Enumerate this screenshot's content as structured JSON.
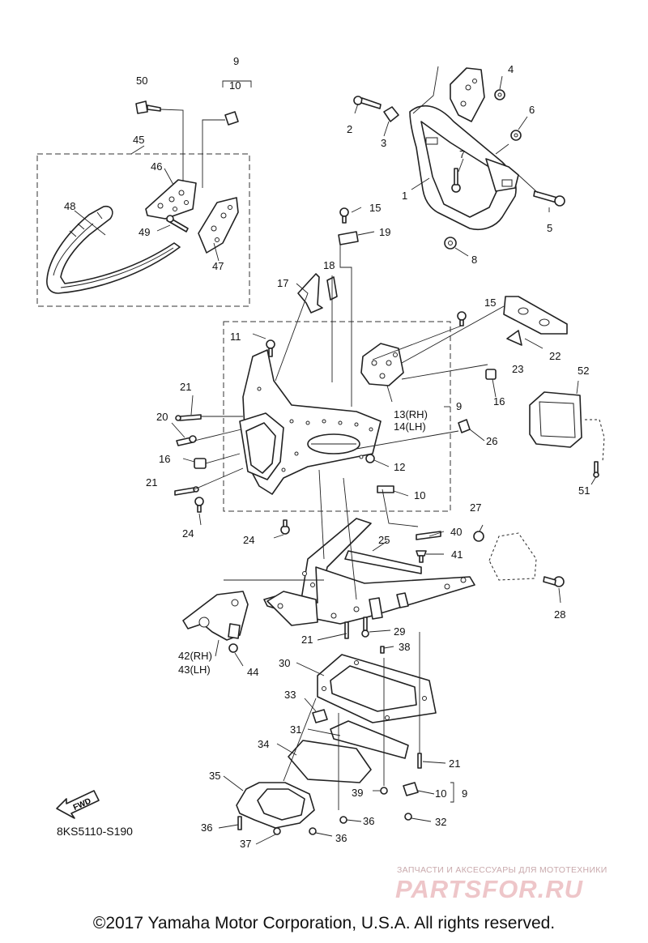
{
  "diagram": {
    "code": "8KS5110-S190",
    "copyright": "©2017 Yamaha Motor Corporation, U.S.A. All rights reserved.",
    "fwd_label": "FWD",
    "watermark": {
      "tagline": "ЗАПЧАСТИ И АКСЕССУАРЫ ДЛЯ МОТОТЕХНИКИ",
      "logo": "PARTSFOR.RU"
    },
    "callouts": [
      {
        "id": "c50",
        "text": "50"
      },
      {
        "id": "c9a",
        "text": "9"
      },
      {
        "id": "c10a",
        "text": "10"
      },
      {
        "id": "c45",
        "text": "45"
      },
      {
        "id": "c46",
        "text": "46"
      },
      {
        "id": "c48",
        "text": "48"
      },
      {
        "id": "c49",
        "text": "49"
      },
      {
        "id": "c47",
        "text": "47"
      },
      {
        "id": "c4",
        "text": "4"
      },
      {
        "id": "c2",
        "text": "2"
      },
      {
        "id": "c3",
        "text": "3"
      },
      {
        "id": "c6",
        "text": "6"
      },
      {
        "id": "c7",
        "text": "7"
      },
      {
        "id": "c1",
        "text": "1"
      },
      {
        "id": "c5",
        "text": "5"
      },
      {
        "id": "c8",
        "text": "8"
      },
      {
        "id": "c15a",
        "text": "15"
      },
      {
        "id": "c19",
        "text": "19"
      },
      {
        "id": "c18",
        "text": "18"
      },
      {
        "id": "c17",
        "text": "17"
      },
      {
        "id": "c15b",
        "text": "15"
      },
      {
        "id": "c11",
        "text": "11"
      },
      {
        "id": "c22",
        "text": "22"
      },
      {
        "id": "c23",
        "text": "23"
      },
      {
        "id": "c16a",
        "text": "16"
      },
      {
        "id": "c52",
        "text": "52"
      },
      {
        "id": "c13",
        "text": "13(RH)"
      },
      {
        "id": "c14",
        "text": "14(LH)"
      },
      {
        "id": "c9b",
        "text": "9"
      },
      {
        "id": "c21a",
        "text": "21"
      },
      {
        "id": "c20",
        "text": "20"
      },
      {
        "id": "c26",
        "text": "26"
      },
      {
        "id": "c16b",
        "text": "16"
      },
      {
        "id": "c12",
        "text": "12"
      },
      {
        "id": "c21b",
        "text": "21"
      },
      {
        "id": "c10b",
        "text": "10"
      },
      {
        "id": "c51",
        "text": "51"
      },
      {
        "id": "c24a",
        "text": "24"
      },
      {
        "id": "c27",
        "text": "27"
      },
      {
        "id": "c40",
        "text": "40"
      },
      {
        "id": "c24b",
        "text": "24"
      },
      {
        "id": "c25",
        "text": "25"
      },
      {
        "id": "c41",
        "text": "41"
      },
      {
        "id": "c28",
        "text": "28"
      },
      {
        "id": "c29",
        "text": "29"
      },
      {
        "id": "c21c",
        "text": "21"
      },
      {
        "id": "c38",
        "text": "38"
      },
      {
        "id": "c42",
        "text": "42(RH)"
      },
      {
        "id": "c43",
        "text": "43(LH)"
      },
      {
        "id": "c44",
        "text": "44"
      },
      {
        "id": "c30",
        "text": "30"
      },
      {
        "id": "c33",
        "text": "33"
      },
      {
        "id": "c31",
        "text": "31"
      },
      {
        "id": "c34",
        "text": "34"
      },
      {
        "id": "c21d",
        "text": "21"
      },
      {
        "id": "c35",
        "text": "35"
      },
      {
        "id": "c39",
        "text": "39"
      },
      {
        "id": "c10c",
        "text": "10"
      },
      {
        "id": "c9c",
        "text": "9"
      },
      {
        "id": "c36a",
        "text": "36"
      },
      {
        "id": "c36b",
        "text": "36"
      },
      {
        "id": "c32",
        "text": "32"
      },
      {
        "id": "c37",
        "text": "37"
      },
      {
        "id": "c36c",
        "text": "36"
      }
    ]
  }
}
